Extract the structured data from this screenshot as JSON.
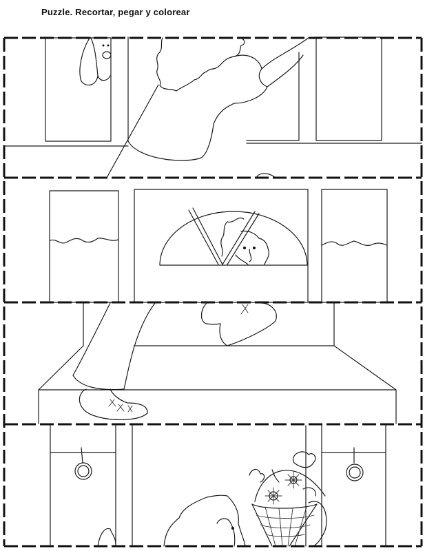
{
  "document": {
    "title": "Puzzle. Recortar, pegar y colorear",
    "type": "coloring-puzzle-worksheet",
    "colors": {
      "background": "#ffffff",
      "ink": "#111111"
    },
    "puzzle": {
      "strip_count": 4,
      "strips": [
        {
          "index": 1,
          "content": "upper windows, dog peeking, child reaching up"
        },
        {
          "index": 2,
          "content": "cabinets with wavy lines, arched window with child's face"
        },
        {
          "index": 3,
          "content": "bench step with legs and shoes"
        },
        {
          "index": 4,
          "content": "lower cabinet doors with ring handles, flower basket, child"
        }
      ]
    }
  }
}
